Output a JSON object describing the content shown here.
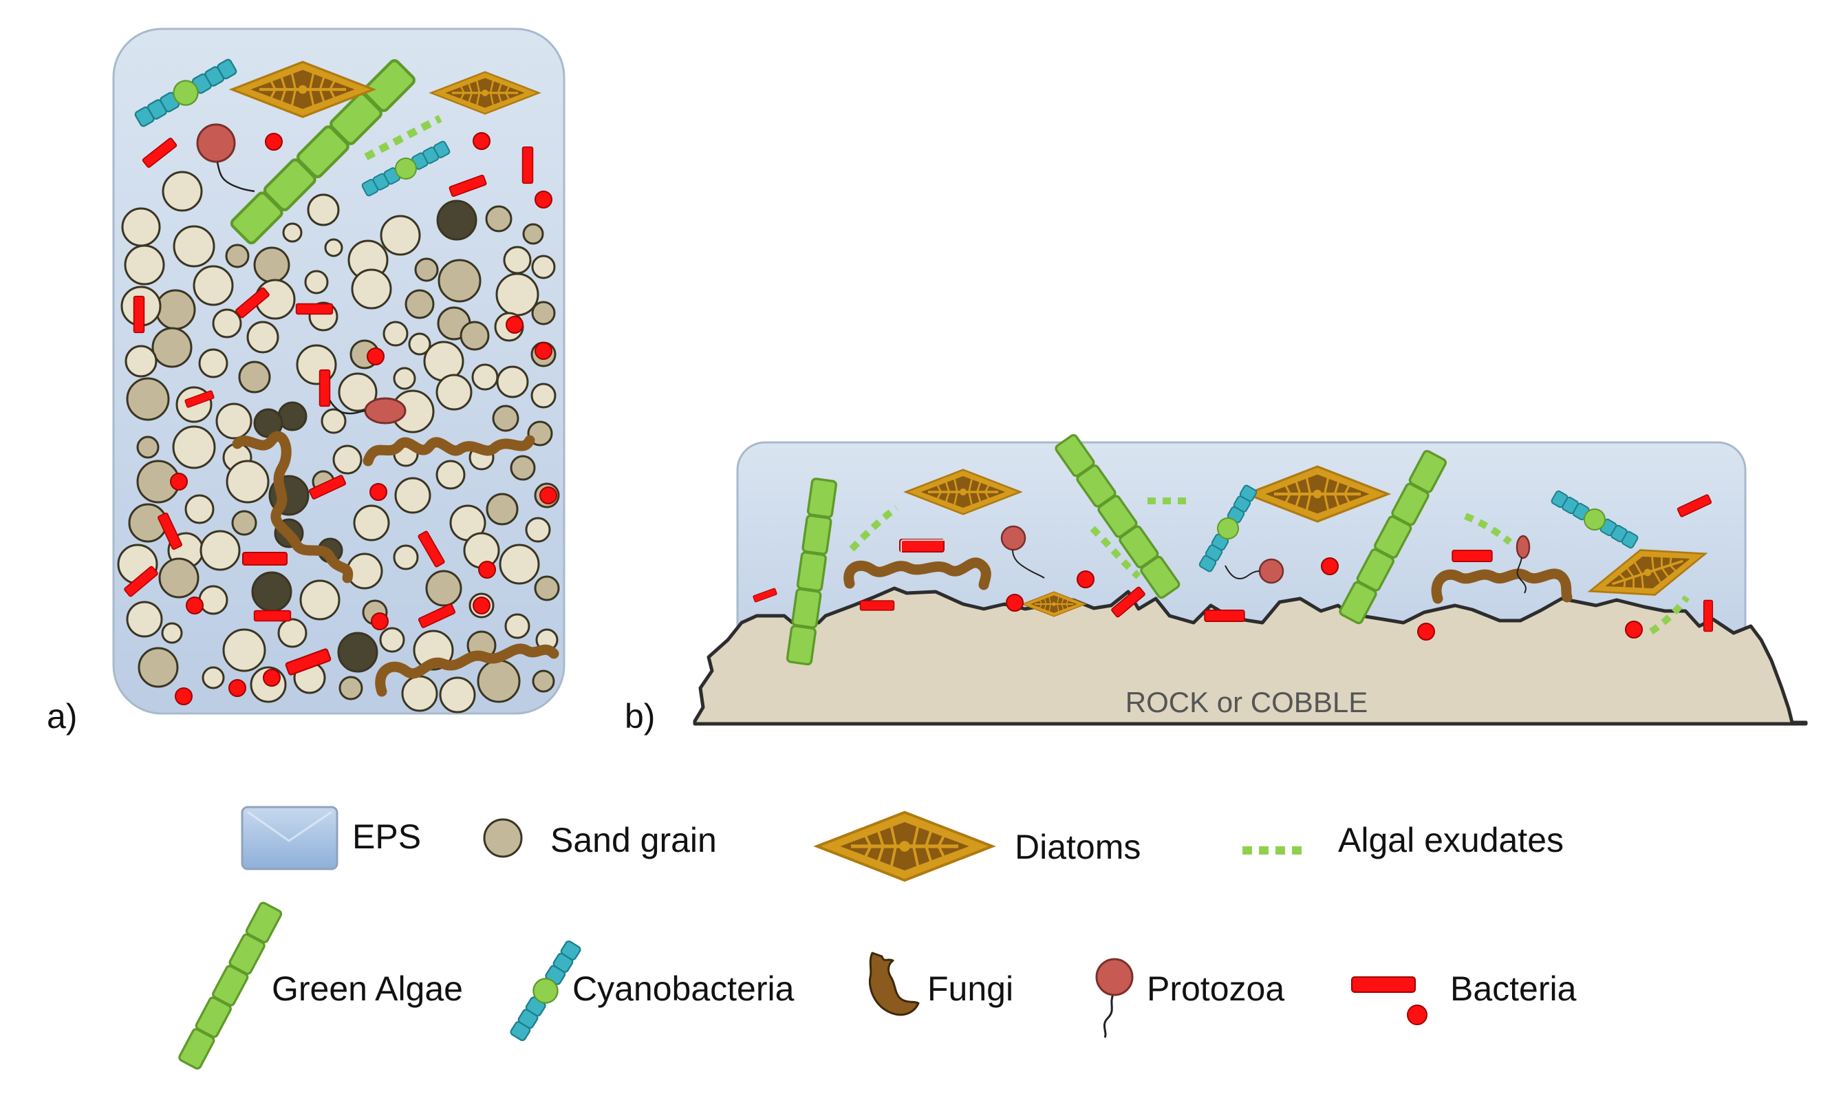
{
  "panels": {
    "a": {
      "label": "a)"
    },
    "b": {
      "label": "b)",
      "substrate_label": "ROCK or COBBLE"
    }
  },
  "legend": {
    "eps": "EPS",
    "sand": "Sand grain",
    "diatoms": "Diatoms",
    "exudates": "Algal exudates",
    "green_algae": "Green Algae",
    "cyanobacteria": "Cyanobacteria",
    "fungi": "Fungi",
    "protozoa": "Protozoa",
    "bacteria": "Bacteria"
  },
  "colors": {
    "eps_fill": "#c9d8ea",
    "eps_edge": "#a9b9cc",
    "sand_light": "#e8e1cc",
    "sand_mid": "#c3b99a",
    "sand_dark": "#4a4530",
    "diatom": "#d49a1c",
    "diatom_inner": "#8a5a12",
    "green_algae": "#8fd14f",
    "green_edge": "#5f9a2a",
    "cyano": "#3bb3c3",
    "cyano_edge": "#1f7f8c",
    "fungi": "#8a5a1e",
    "protozoa": "#c85a54",
    "bacteria": "#ff1010",
    "rock": "#ddd5c0",
    "rock_edge": "#2d2d2d"
  }
}
